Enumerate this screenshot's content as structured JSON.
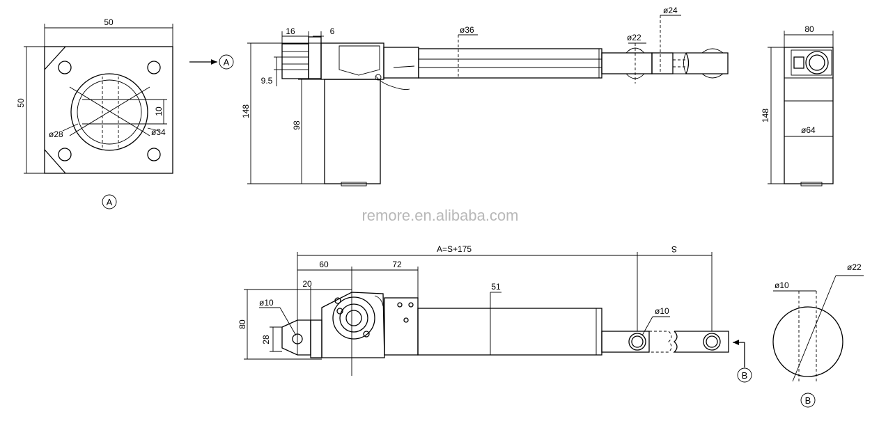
{
  "watermark": "remore.en.alibaba.com",
  "view_a": {
    "label": "A",
    "width": "50",
    "height": "50",
    "bore_inner": "ø28",
    "bore_outer": "ø34",
    "slot": "10"
  },
  "side_view": {
    "arrow_label": "A",
    "clevis_width": "16",
    "gap": "6",
    "clevis_offset": "9.5",
    "total_height": "148",
    "motor_height": "98",
    "tube_diameter": "ø36",
    "rod_diameter": "ø22",
    "rod_end_diameter": "ø24"
  },
  "end_view": {
    "width": "80",
    "height": "148",
    "motor_diameter": "ø64"
  },
  "top_view": {
    "total_length": "A=S+175",
    "stroke": "S",
    "len_60": "60",
    "len_72": "72",
    "offset_20": "20",
    "tube_dia": "51",
    "hole_left": "ø10",
    "hole_right": "ø10",
    "height_80": "80",
    "height_28": "28",
    "arrow_label": "B"
  },
  "view_b": {
    "label": "B",
    "hole": "ø10",
    "outer": "ø22"
  }
}
